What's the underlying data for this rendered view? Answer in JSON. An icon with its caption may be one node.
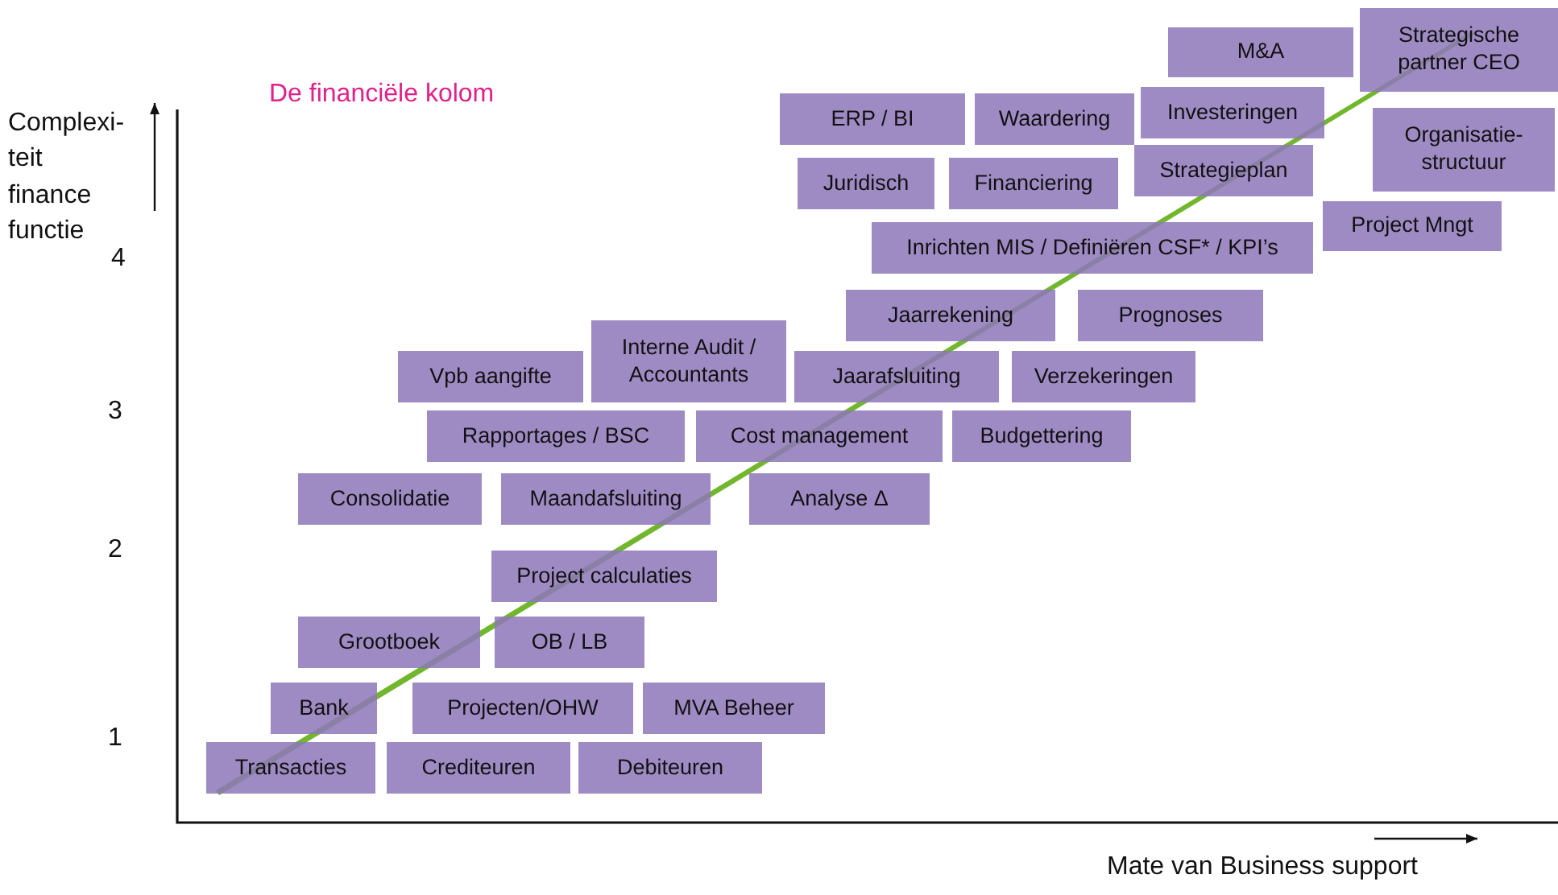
{
  "diagram": {
    "title": "De financiële kolom",
    "nodes": [
      {
        "text": [
          "M&A"
        ]
      },
      {
        "text": [
          "Strategische partner CEO"
        ]
      },
      {
        "text": [
          "ERP / BI"
        ]
      },
      {
        "text": [
          "Waardering"
        ]
      },
      {
        "text": [
          "Investeringen"
        ]
      },
      {
        "text": [
          "Organisatie- structuur"
        ]
      },
      {
        "text": [
          "Juridisch"
        ]
      },
      {
        "text": [
          "Financiering"
        ]
      },
      {
        "text": [
          "Strategieplan"
        ]
      },
      {
        "text": [
          "Project Mngt"
        ]
      },
      {
        "text": [
          "Inrichten MIS / Definiëren CSF* / KPI’s"
        ]
      },
      {
        "text": [
          "Jaarrekening"
        ]
      },
      {
        "text": [
          "Prognoses"
        ]
      },
      {
        "text": [
          "Vpb aangifte"
        ]
      },
      {
        "text": [
          "Interne Audit / Accountants"
        ]
      },
      {
        "text": [
          "Jaarafsluiting"
        ]
      },
      {
        "text": [
          "Verzekeringen"
        ]
      },
      {
        "text": [
          "Rapportages / BSC"
        ]
      },
      {
        "text": [
          "Cost management"
        ]
      },
      {
        "text": [
          "Budgettering"
        ]
      },
      {
        "text": [
          "Consolidatie"
        ]
      },
      {
        "text": [
          "Maandafsluiting"
        ]
      },
      {
        "text": [
          "Analyse Δ"
        ]
      },
      {
        "text": [
          "Project calculaties"
        ]
      },
      {
        "text": [
          "Grootboek"
        ]
      },
      {
        "text": [
          "OB / LB"
        ]
      },
      {
        "text": [
          "Bank"
        ]
      },
      {
        "text": [
          "Projecten/OHW"
        ]
      },
      {
        "text": [
          "MVA Beheer"
        ]
      },
      {
        "text": [
          "Transacties"
        ]
      },
      {
        "text": [
          "Crediteuren"
        ]
      },
      {
        "text": [
          "Debiteuren"
        ]
      }
    ],
    "labels": [
      "Complexi- teit finance functie",
      "4",
      "3",
      "2",
      "1",
      "Mate van Business support"
    ]
  }
}
